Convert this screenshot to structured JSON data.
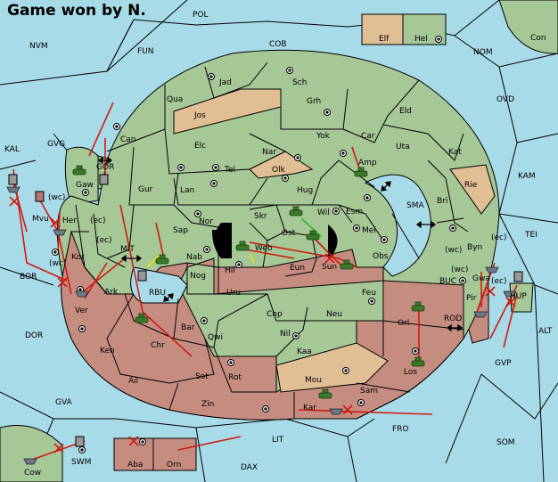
{
  "title": "Game won by N.",
  "colors": {
    "sea": "#a8dbe8",
    "green": "#a6c796",
    "tan": "#dfbf93",
    "red": "#c58d80",
    "order": "#d01a10"
  },
  "regions": {
    "POL": "POL",
    "NVM": "NVM",
    "FUN": "FUN",
    "COB": "COB",
    "NOM": "NOM",
    "Con": "Con",
    "Elf": "Elf",
    "Hel": "Hel",
    "OVD": "OVD",
    "KAM": "KAM",
    "TEI": "TEI",
    "ALT": "ALT",
    "GVP": "GVP",
    "SOM": "SOM",
    "FRO": "FRO",
    "DAX": "DAX",
    "LIT": "LIT",
    "GVA": "GVA",
    "DOR": "DOR",
    "BOR": "BOR",
    "KAL": "KAL",
    "GVG": "GVG",
    "MIT": "MIT",
    "RBU": "RBU",
    "SMA": "SMA",
    "BUC": "BUC",
    "ROD": "ROD",
    "SWM": "SWM",
    "Jad": "Jad",
    "Sch": "Sch",
    "Qua": "Qua",
    "Jos": "Jos",
    "Grh": "Grh",
    "Eld": "Eld",
    "Can": "Can",
    "Yok": "Yok",
    "Car": "Car",
    "Uta": "Uta",
    "Elc": "Elc",
    "Nar": "Nar",
    "Kat": "Kat",
    "Tel": "Tel",
    "Olk": "Olk",
    "Amp": "Amp",
    "Gaw": "Gaw",
    "GOR": "GOR",
    "Gur": "Gur",
    "Lan": "Lan",
    "Hug": "Hug",
    "Rie": "Rie",
    "Bri": "Bri",
    "Nor": "Nor",
    "Skr": "Skr",
    "Wil": "Wil",
    "Esm": "Esm",
    "Her": "Her",
    "Sap": "Sap",
    "Ost": "Ost",
    "Mel": "Mel",
    "Byn": "Byn",
    "Kor": "Kor",
    "Web": "Web",
    "Nab": "Nab",
    "Obs": "Obs",
    "Eun": "Eun",
    "Sun": "Sun",
    "Hil": "Hil",
    "Nog": "Nog",
    "Gwa": "Gwa",
    "HUP": "HUP",
    "Ark": "Ark",
    "Uru": "Uru",
    "Feu": "Feu",
    "Pir": "Pir",
    "Ver": "Ver",
    "Chp": "Chp",
    "Neu": "Neu",
    "Orl": "Orl",
    "Bar": "Bar",
    "Qwi": "Qwi",
    "Nil": "Nil",
    "Chr": "Chr",
    "Ken": "Ken",
    "Kaa": "Kaa",
    "Los": "Los",
    "Sot": "Sot",
    "Rot": "Rot",
    "Mou": "Mou",
    "Ail": "Ail",
    "Zin": "Zin",
    "Sam": "Sam",
    "Kar": "Kar",
    "Aba": "Aba",
    "Orn": "Orn",
    "Cow": "Cow",
    "Mvu": "Mvu"
  },
  "coast_tags": {
    "wc1": "(wc)",
    "ec1": "(ec)",
    "wc2": "(wc)",
    "ec2": "(ec)",
    "wc3": "(wc)",
    "ec3": "(ec)",
    "wc4": "(wc)",
    "ec4": "(ec)"
  },
  "symbols": {
    "exchange": "⟷",
    "tank": "tank-unit",
    "ship": "ship-unit",
    "fleet-marker": "fleet-marker",
    "supply-center": "supply-center"
  }
}
